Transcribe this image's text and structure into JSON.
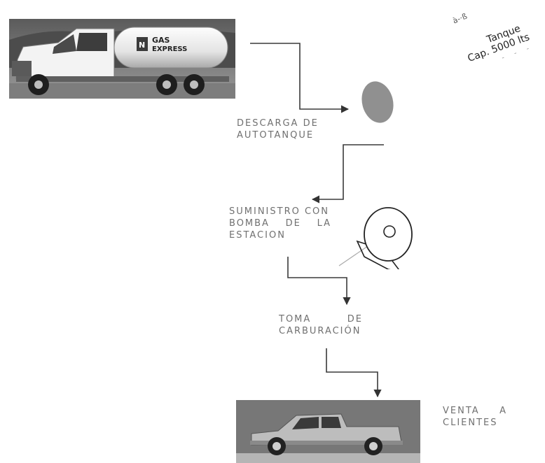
{
  "truck": {
    "brand_line1": "GAS",
    "brand_line2": "EXPRESS"
  },
  "tank_label": {
    "line1": "Tanque",
    "line2": "Cap. 5000 lts"
  },
  "corner_note": "à-·ß",
  "steps": [
    {
      "line1": "DESCARGA DE",
      "line2": "AUTOTANQUE"
    },
    {
      "line1": "SUMINISTRO CON",
      "line2": "BOMBA DE LA",
      "line3": "ESTACION"
    },
    {
      "line1": "TOMA DE",
      "line2": "CARBURACIÓN"
    },
    {
      "line1": "VENTA A",
      "line2": "CLIENTES"
    }
  ]
}
